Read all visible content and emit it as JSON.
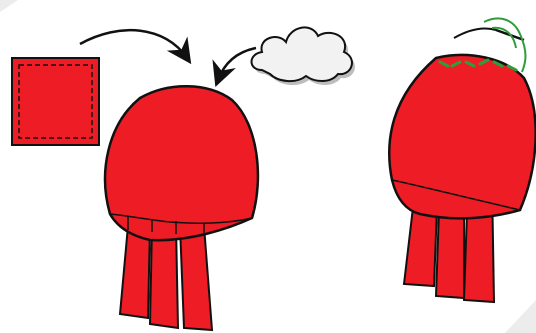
{
  "diagram": {
    "steps": [
      {
        "step": "add-square-patch",
        "icon": "square-fabric-patch"
      },
      {
        "step": "add-stuffing",
        "icon": "cloud-stuffing"
      },
      {
        "step": "sew-closed",
        "icon": "needle-and-thread"
      }
    ],
    "colors": {
      "fabric_red": "#ee1c25",
      "outline": "#111111",
      "stitch_green": "#2e9d3a",
      "cloud_fill": "#f2f2f2",
      "cloud_shadow": "#bdbdbd",
      "arrow": "#111111"
    }
  }
}
